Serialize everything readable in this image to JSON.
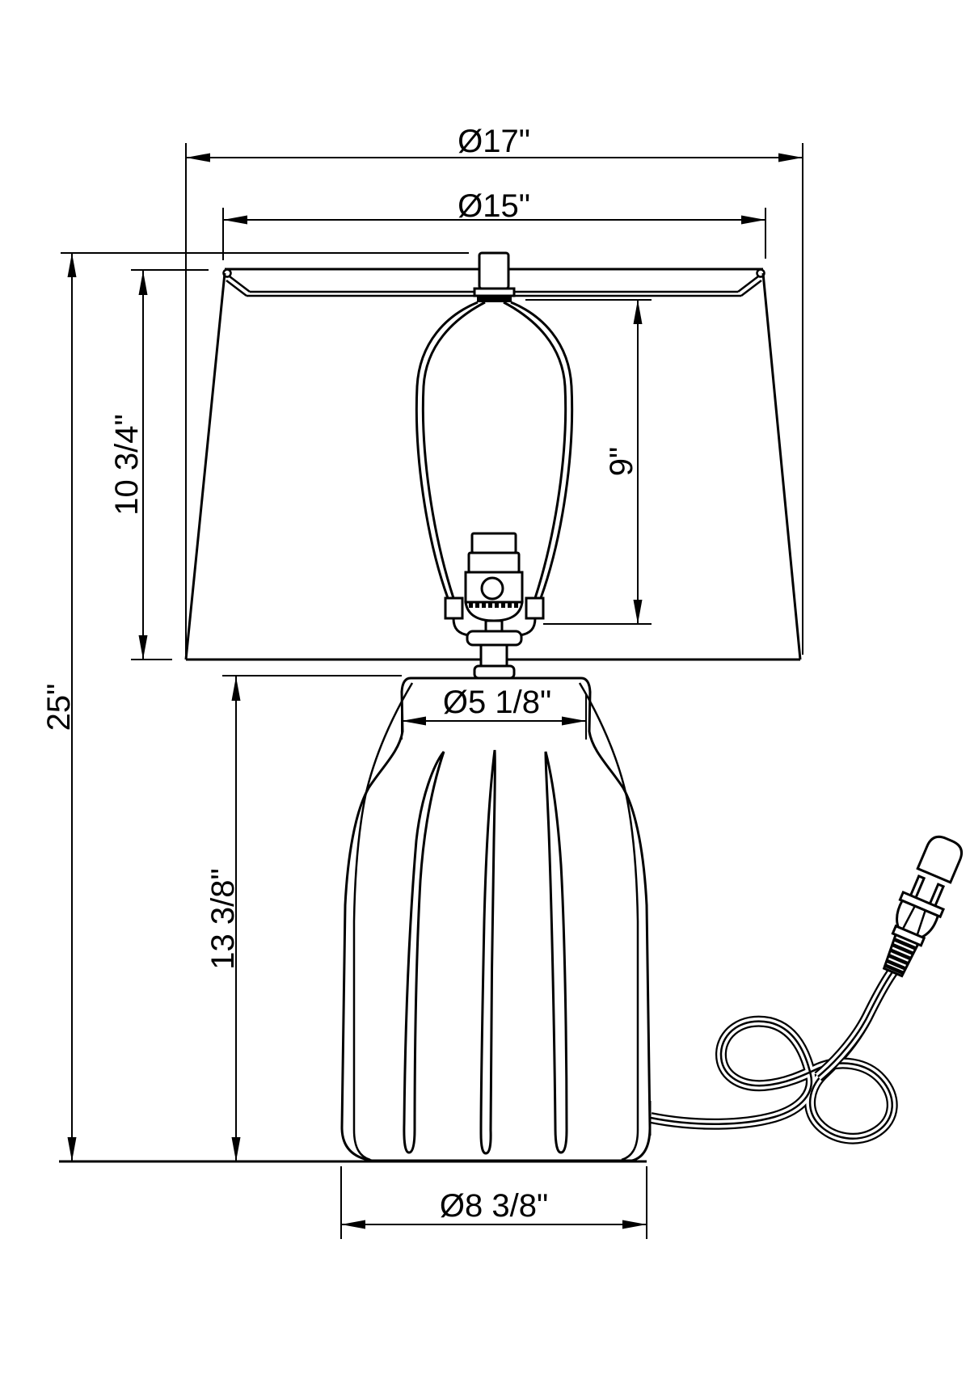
{
  "diagram": {
    "type": "technical-drawing",
    "subject": "table lamp dimension drawing: tapered shade, harp and socket, ribbed ceramic body, power cord with plug",
    "background_color": "#ffffff",
    "line_color": "#000000",
    "dimensions": {
      "shade_bottom_diameter": {
        "label": "Ø17\"",
        "orientation": "horizontal"
      },
      "shade_top_diameter": {
        "label": "Ø15\"",
        "orientation": "horizontal"
      },
      "shade_height": {
        "label": "10 3/4\"",
        "orientation": "vertical"
      },
      "harp_height": {
        "label": "9\"",
        "orientation": "vertical"
      },
      "overall_height": {
        "label": "25\"",
        "orientation": "vertical"
      },
      "body_height": {
        "label": "13 3/8\"",
        "orientation": "vertical"
      },
      "body_top_diameter": {
        "label": "Ø5 1/8\"",
        "orientation": "horizontal"
      },
      "body_bottom_diameter": {
        "label": "Ø8 3/8\"",
        "orientation": "horizontal"
      }
    }
  }
}
